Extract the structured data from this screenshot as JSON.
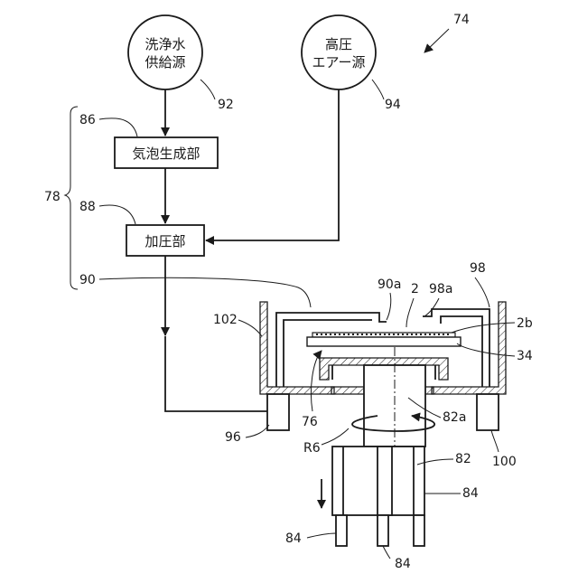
{
  "figure_number": "74",
  "sources": {
    "water": {
      "line1": "洗浄水",
      "line2": "供給源",
      "ref": "92"
    },
    "air": {
      "line1": "高圧",
      "line2": "エアー源",
      "ref": "94"
    }
  },
  "blocks": {
    "bubble": {
      "label": "気泡生成部",
      "ref": "86"
    },
    "pressure": {
      "label": "加圧部",
      "ref": "88"
    }
  },
  "group_ref": "78",
  "labels": {
    "pipe": "90",
    "nozzle": "90a",
    "wafer": "2",
    "cover": "98",
    "cover_opening": "98a",
    "wafer_surface": "2b",
    "tape": "34",
    "chuck_table": "76",
    "cup": "102",
    "left_support": "96",
    "right_support": "100",
    "spindle": "82a",
    "rotation": "R6",
    "motor": "82",
    "leg_right": "84",
    "leg_left": "84",
    "leg_bottom": "84"
  }
}
